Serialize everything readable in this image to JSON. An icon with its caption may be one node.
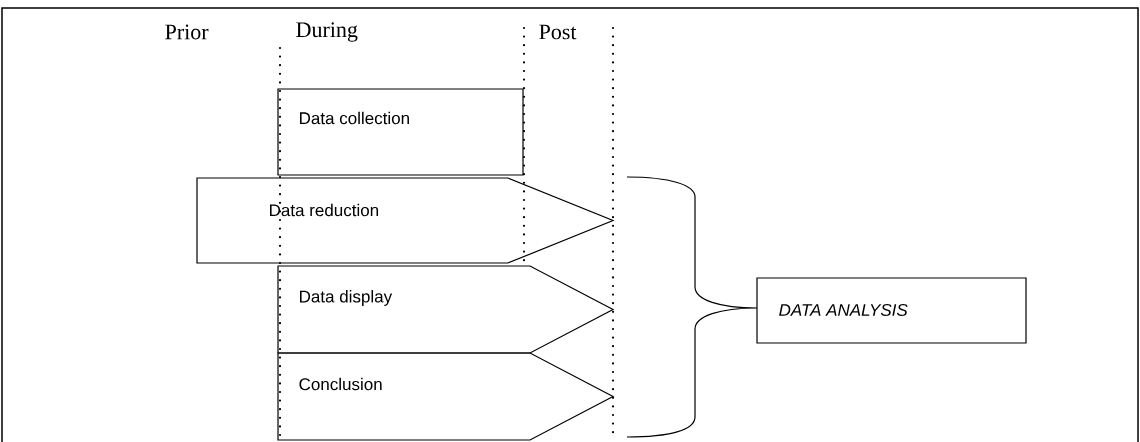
{
  "diagram": {
    "nodes": [
      {
        "text": [
          "Data collection"
        ]
      },
      {
        "text": [
          "Data reduction"
        ]
      },
      {
        "text": [
          "Data display"
        ]
      },
      {
        "text": [
          "Conclusion"
        ]
      },
      {
        "text": [
          "DATA ANALYSIS"
        ]
      }
    ],
    "labels": [
      "Prior",
      "During",
      "Post"
    ]
  }
}
